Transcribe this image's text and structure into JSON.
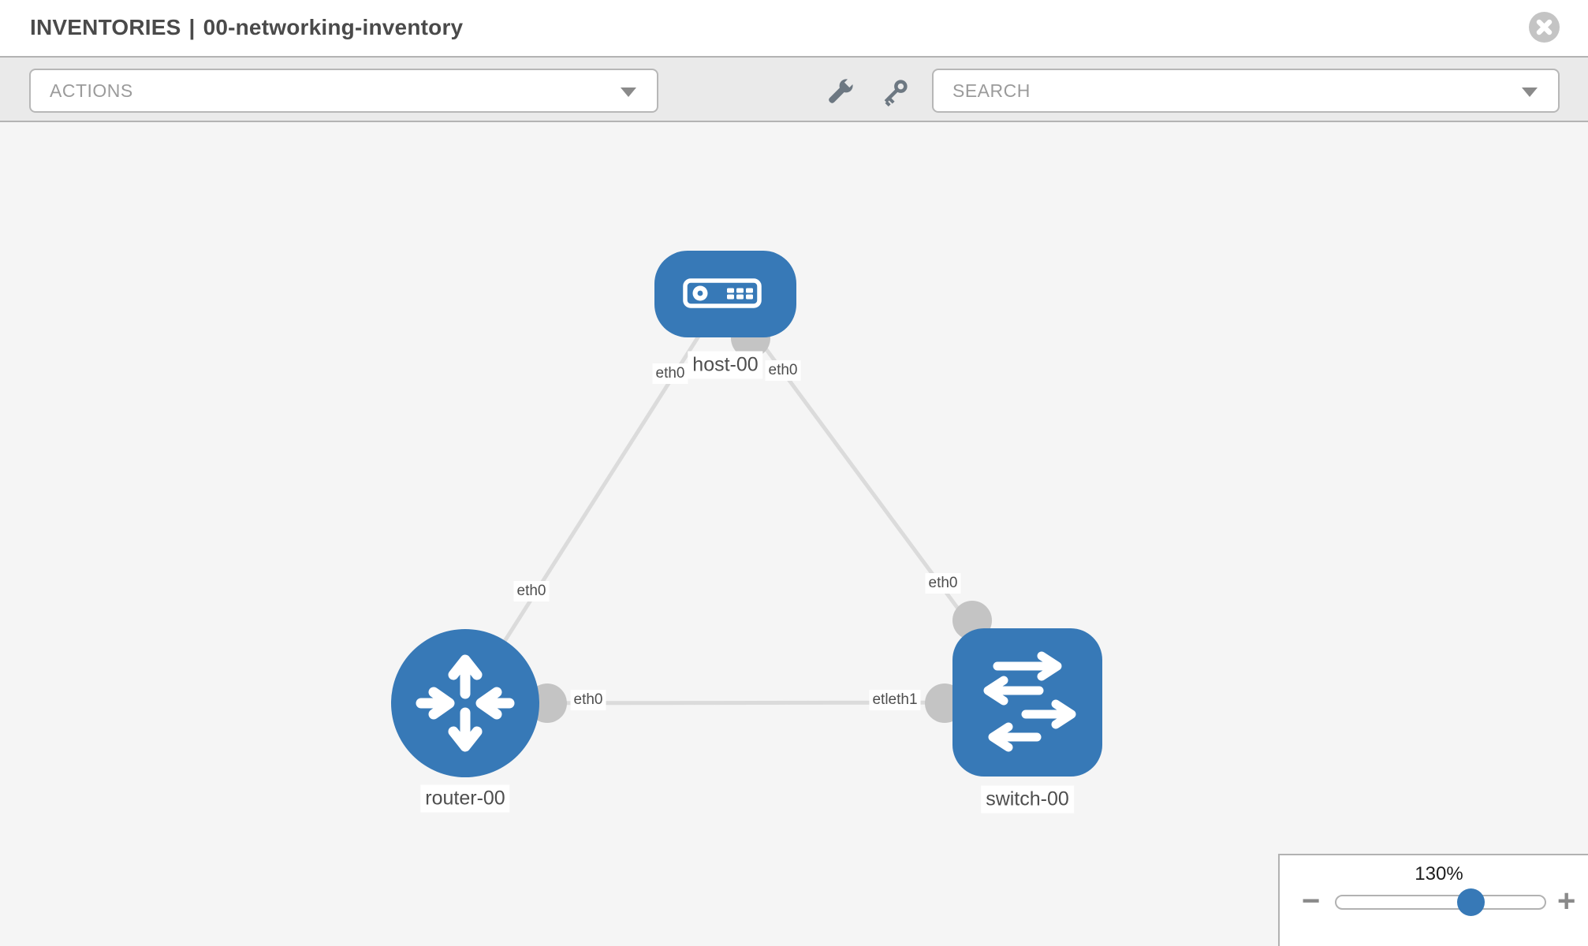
{
  "header": {
    "title_prefix": "INVENTORIES",
    "separator": "|",
    "title_name": "00-networking-inventory"
  },
  "toolbar": {
    "actions_label": "ACTIONS",
    "search_placeholder": "SEARCH"
  },
  "canvas": {
    "nodes": [
      {
        "id": "host-00",
        "type": "host",
        "label": "host-00"
      },
      {
        "id": "router-00",
        "type": "router",
        "label": "router-00"
      },
      {
        "id": "switch-00",
        "type": "switch",
        "label": "switch-00"
      }
    ],
    "links": [
      {
        "from": "host-00",
        "to": "router-00",
        "from_label": "eth0",
        "to_label": "eth0"
      },
      {
        "from": "host-00",
        "to": "switch-00",
        "from_label": "eth0",
        "to_label": "eth0"
      },
      {
        "from": "router-00",
        "to": "switch-00",
        "from_label": "eth0",
        "to_label": "eth1",
        "to_label_display": "etleth1"
      }
    ],
    "labels": {
      "host": "host-00",
      "router": "router-00",
      "switch": "switch-00",
      "eth_host_left": "eth0",
      "eth_host_right": "eth0",
      "eth_router_top": "eth0",
      "eth_switch_top": "eth0",
      "eth_router_right": "eth0",
      "eth_switch_left_display": "etleth1"
    }
  },
  "zoom_control": {
    "level": "130%",
    "minus_glyph": "−",
    "plus_glyph": "+"
  },
  "colors": {
    "node_blue": "#3779b7",
    "canvas_bg": "#f5f5f5",
    "toolbar_bg": "#eaeaea",
    "link_gray": "#dbdbdb",
    "connector_gray": "#c4c4c4",
    "label_text": "#4e4e4e",
    "muted_text": "#9b9b9b"
  }
}
